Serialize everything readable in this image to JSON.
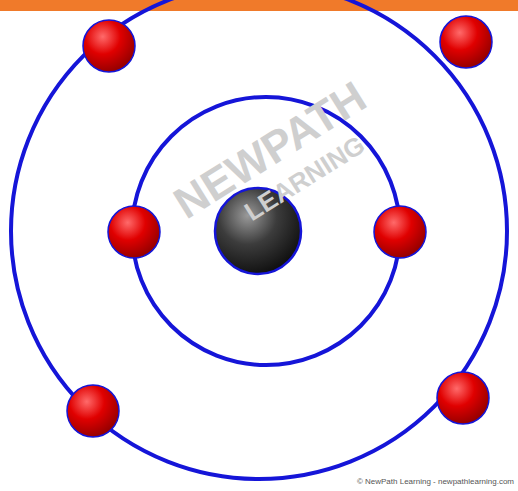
{
  "diagram": {
    "labels": [
      "NEWPATH",
      "LEARNING",
      "© NewPath Learning - newpathlearning.com"
    ]
  }
}
